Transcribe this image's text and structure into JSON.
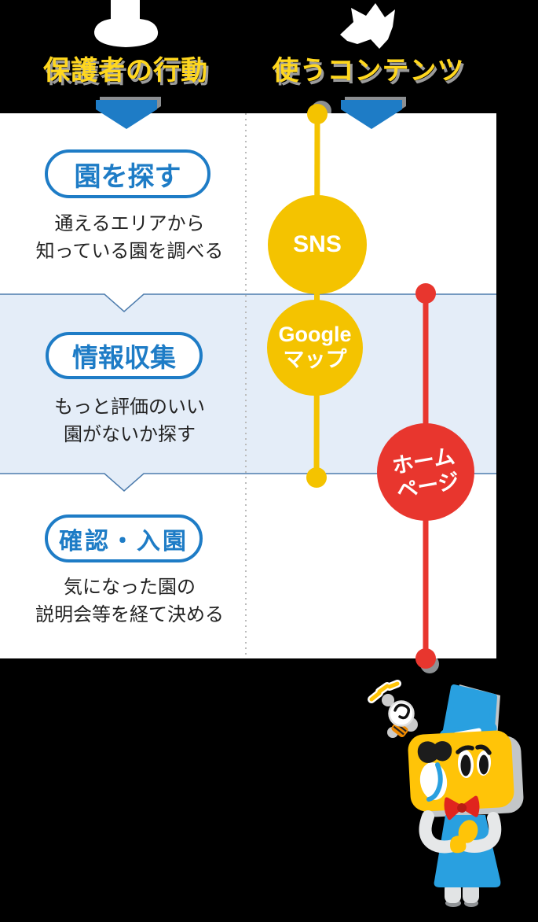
{
  "canvas": {
    "background": "#000000"
  },
  "columns": [
    {
      "title": "保護者の行動"
    },
    {
      "title": "使うコンテンツ"
    }
  ],
  "steps": [
    {
      "label": "園を探す",
      "description_lines": [
        "通えるエリアから",
        "知っている園を調べる"
      ]
    },
    {
      "label": "情報収集",
      "description_lines": [
        "もっと評価のいい",
        "園がないか探す"
      ]
    },
    {
      "label": "確認・入園",
      "description_lines": [
        "気になった園の",
        "説明会等を経て決める"
      ]
    }
  ],
  "content_nodes": {
    "sns": {
      "label": "SNS",
      "color": "#f4c300"
    },
    "google_map": {
      "label_lines": [
        "Google",
        "マップ"
      ],
      "color": "#f4c300"
    },
    "homepage": {
      "label_lines": [
        "ホーム",
        "ページ"
      ],
      "color": "#e8362e"
    }
  },
  "colors": {
    "accent_blue": "#1e7cc6",
    "header_yellow": "#ffd71e",
    "header_shadow_gray": "#9b9b9b",
    "timeline_yellow": "#f4c300",
    "timeline_red": "#e8362e",
    "band_background": "#e4edf8",
    "band_border": "#4d7cad",
    "separator_gray": "#bcbcbc",
    "text_dark": "#232323",
    "mascot_blue": "#29a0e0",
    "mascot_yellow": "#ffc408"
  },
  "icons": {
    "column_arrows": "chevron-down-arrow",
    "mascot": "dog-butler-mascot",
    "doodle": "lightbulb-doodle"
  }
}
